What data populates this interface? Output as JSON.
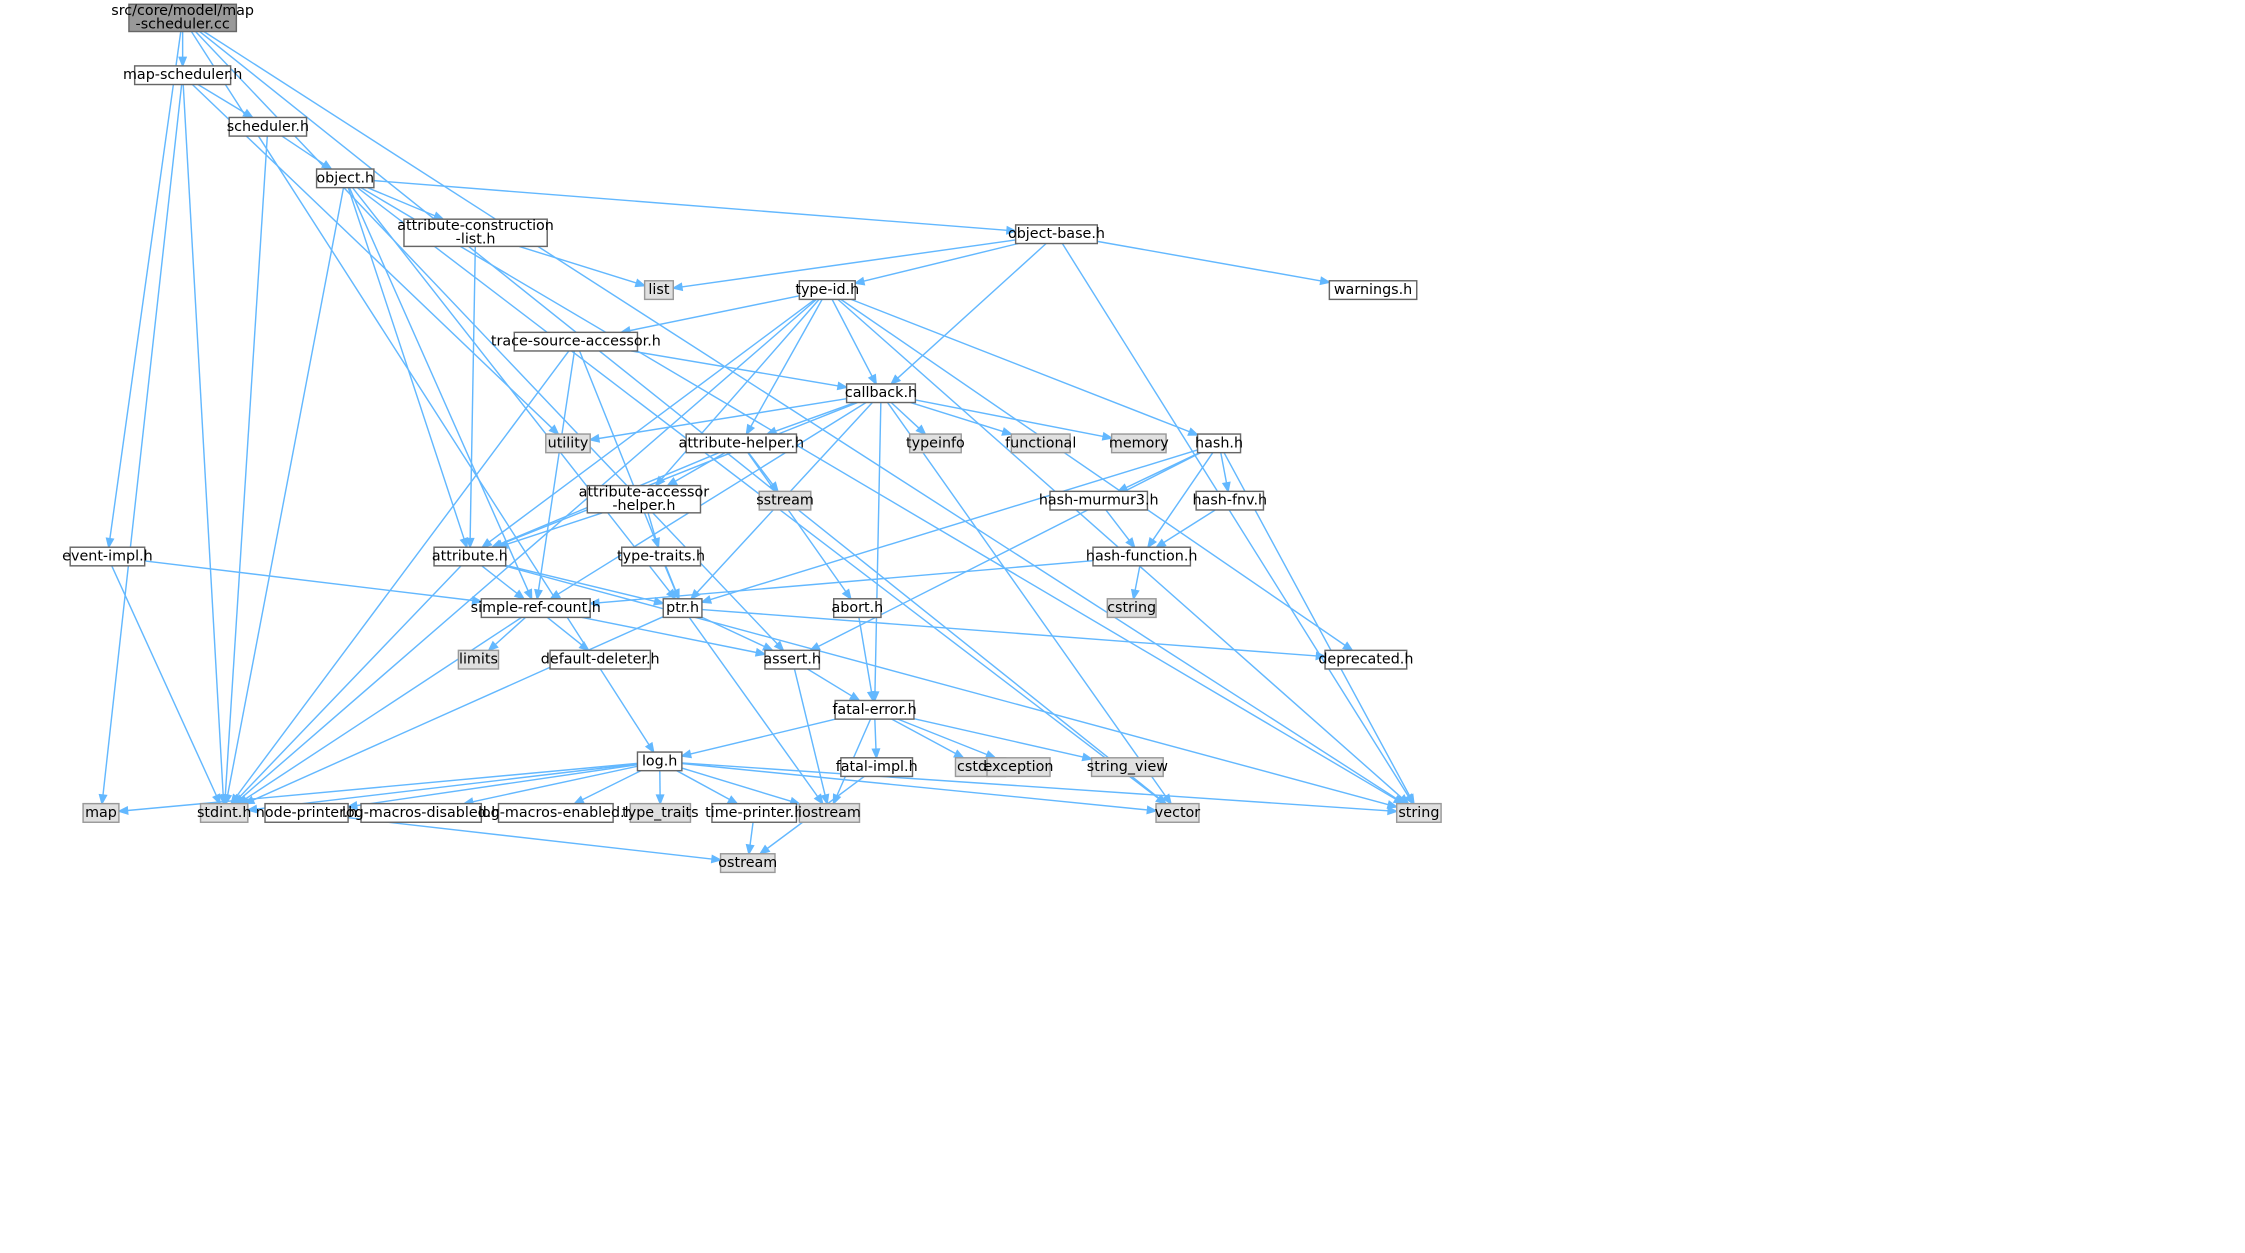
{
  "diagram": {
    "type": "include-dependency-graph",
    "root": "src/core/model/map-scheduler.cc",
    "colors": {
      "edge": "#63b8ff",
      "root_fill": "#999999",
      "std_fill": "#e0e0e0",
      "file_fill": "#ffffff",
      "border": "#666666"
    },
    "nodes": {
      "root": {
        "lines": [
          "src/core/model/map",
          "-scheduler.cc"
        ],
        "kind": "root"
      },
      "map_scheduler_h": {
        "lines": [
          "map-scheduler.h"
        ],
        "kind": "file"
      },
      "scheduler_h": {
        "lines": [
          "scheduler.h"
        ],
        "kind": "file"
      },
      "object_h": {
        "lines": [
          "object.h"
        ],
        "kind": "file"
      },
      "attr_construction_h": {
        "lines": [
          "attribute-construction",
          "-list.h"
        ],
        "kind": "file"
      },
      "object_base_h": {
        "lines": [
          "object-base.h"
        ],
        "kind": "file"
      },
      "list": {
        "lines": [
          "list"
        ],
        "kind": "std"
      },
      "warnings_h": {
        "lines": [
          "warnings.h"
        ],
        "kind": "file"
      },
      "type_id_h": {
        "lines": [
          "type-id.h"
        ],
        "kind": "file"
      },
      "trace_source_accessor_h": {
        "lines": [
          "trace-source-accessor.h"
        ],
        "kind": "file"
      },
      "callback_h": {
        "lines": [
          "callback.h"
        ],
        "kind": "file"
      },
      "utility": {
        "lines": [
          "utility"
        ],
        "kind": "std"
      },
      "attribute_helper_h": {
        "lines": [
          "attribute-helper.h"
        ],
        "kind": "file"
      },
      "typeinfo": {
        "lines": [
          "typeinfo"
        ],
        "kind": "std"
      },
      "functional": {
        "lines": [
          "functional"
        ],
        "kind": "std"
      },
      "memory": {
        "lines": [
          "memory"
        ],
        "kind": "std"
      },
      "hash_h": {
        "lines": [
          "hash.h"
        ],
        "kind": "file"
      },
      "attribute_accessor_helper_h": {
        "lines": [
          "attribute-accessor",
          "-helper.h"
        ],
        "kind": "file"
      },
      "sstream": {
        "lines": [
          "sstream"
        ],
        "kind": "std"
      },
      "hash_murmur3_h": {
        "lines": [
          "hash-murmur3.h"
        ],
        "kind": "file"
      },
      "hash_fnv_h": {
        "lines": [
          "hash-fnv.h"
        ],
        "kind": "file"
      },
      "event_impl_h": {
        "lines": [
          "event-impl.h"
        ],
        "kind": "file"
      },
      "attribute_h": {
        "lines": [
          "attribute.h"
        ],
        "kind": "file"
      },
      "type_traits_h": {
        "lines": [
          "type-traits.h"
        ],
        "kind": "file"
      },
      "hash_function_h": {
        "lines": [
          "hash-function.h"
        ],
        "kind": "file"
      },
      "simple_ref_count_h": {
        "lines": [
          "simple-ref-count.h"
        ],
        "kind": "file"
      },
      "ptr_h": {
        "lines": [
          "ptr.h"
        ],
        "kind": "file"
      },
      "abort_h": {
        "lines": [
          "abort.h"
        ],
        "kind": "file"
      },
      "cstring": {
        "lines": [
          "cstring"
        ],
        "kind": "std"
      },
      "limits": {
        "lines": [
          "limits"
        ],
        "kind": "std"
      },
      "default_deleter_h": {
        "lines": [
          "default-deleter.h"
        ],
        "kind": "file"
      },
      "assert_h": {
        "lines": [
          "assert.h"
        ],
        "kind": "file"
      },
      "deprecated_h": {
        "lines": [
          "deprecated.h"
        ],
        "kind": "file"
      },
      "fatal_error_h": {
        "lines": [
          "fatal-error.h"
        ],
        "kind": "file"
      },
      "log_h": {
        "lines": [
          "log.h"
        ],
        "kind": "file"
      },
      "fatal_impl_h": {
        "lines": [
          "fatal-impl.h"
        ],
        "kind": "file"
      },
      "cstdlib": {
        "lines": [
          "cstdlib"
        ],
        "kind": "std"
      },
      "exception": {
        "lines": [
          "exception"
        ],
        "kind": "std"
      },
      "string_view": {
        "lines": [
          "string_view"
        ],
        "kind": "std"
      },
      "map": {
        "lines": [
          "map"
        ],
        "kind": "std"
      },
      "stdint_h": {
        "lines": [
          "stdint.h"
        ],
        "kind": "std"
      },
      "node_printer_h": {
        "lines": [
          "node-printer.h"
        ],
        "kind": "file"
      },
      "log_macros_disabled_h": {
        "lines": [
          "log-macros-disabled.h"
        ],
        "kind": "file"
      },
      "log_macros_enabled_h": {
        "lines": [
          "log-macros-enabled.h"
        ],
        "kind": "file"
      },
      "type_traits": {
        "lines": [
          "type_traits"
        ],
        "kind": "std"
      },
      "time_printer_h": {
        "lines": [
          "time-printer.h"
        ],
        "kind": "file"
      },
      "iostream": {
        "lines": [
          "iostream"
        ],
        "kind": "std"
      },
      "vector": {
        "lines": [
          "vector"
        ],
        "kind": "std"
      },
      "string": {
        "lines": [
          "string"
        ],
        "kind": "std"
      },
      "ostream": {
        "lines": [
          "ostream"
        ],
        "kind": "std"
      }
    },
    "edges": [
      [
        "root",
        "map_scheduler_h"
      ],
      [
        "root",
        "event_impl_h"
      ],
      [
        "root",
        "log_h"
      ],
      [
        "root",
        "assert_h"
      ],
      [
        "root",
        "string"
      ],
      [
        "root",
        "vector"
      ],
      [
        "map_scheduler_h",
        "scheduler_h"
      ],
      [
        "map_scheduler_h",
        "utility"
      ],
      [
        "map_scheduler_h",
        "map"
      ],
      [
        "map_scheduler_h",
        "stdint_h"
      ],
      [
        "scheduler_h",
        "object_h"
      ],
      [
        "scheduler_h",
        "stdint_h"
      ],
      [
        "object_h",
        "attr_construction_h"
      ],
      [
        "object_h",
        "object_base_h"
      ],
      [
        "object_h",
        "attribute_h"
      ],
      [
        "object_h",
        "simple_ref_count_h"
      ],
      [
        "object_h",
        "ptr_h"
      ],
      [
        "object_h",
        "stdint_h"
      ],
      [
        "object_h",
        "string"
      ],
      [
        "object_h",
        "vector"
      ],
      [
        "attr_construction_h",
        "list"
      ],
      [
        "attr_construction_h",
        "attribute_h"
      ],
      [
        "object_base_h",
        "list"
      ],
      [
        "object_base_h",
        "type_id_h"
      ],
      [
        "object_base_h",
        "callback_h"
      ],
      [
        "object_base_h",
        "warnings_h"
      ],
      [
        "object_base_h",
        "string"
      ],
      [
        "type_id_h",
        "trace_source_accessor_h"
      ],
      [
        "type_id_h",
        "callback_h"
      ],
      [
        "type_id_h",
        "attribute_helper_h"
      ],
      [
        "type_id_h",
        "attribute_accessor_helper_h"
      ],
      [
        "type_id_h",
        "attribute_h"
      ],
      [
        "type_id_h",
        "hash_h"
      ],
      [
        "type_id_h",
        "deprecated_h"
      ],
      [
        "type_id_h",
        "stdint_h"
      ],
      [
        "type_id_h",
        "string"
      ],
      [
        "trace_source_accessor_h",
        "callback_h"
      ],
      [
        "trace_source_accessor_h",
        "simple_ref_count_h"
      ],
      [
        "trace_source_accessor_h",
        "ptr_h"
      ],
      [
        "trace_source_accessor_h",
        "stdint_h"
      ],
      [
        "callback_h",
        "utility"
      ],
      [
        "callback_h",
        "attribute_helper_h"
      ],
      [
        "callback_h",
        "typeinfo"
      ],
      [
        "callback_h",
        "functional"
      ],
      [
        "callback_h",
        "memory"
      ],
      [
        "callback_h",
        "vector"
      ],
      [
        "callback_h",
        "attribute_h"
      ],
      [
        "callback_h",
        "simple_ref_count_h"
      ],
      [
        "callback_h",
        "ptr_h"
      ],
      [
        "callback_h",
        "fatal_error_h"
      ],
      [
        "attribute_helper_h",
        "attribute_accessor_helper_h"
      ],
      [
        "attribute_helper_h",
        "sstream"
      ],
      [
        "attribute_helper_h",
        "attribute_h"
      ],
      [
        "attribute_helper_h",
        "abort_h"
      ],
      [
        "attribute_accessor_helper_h",
        "attribute_h"
      ],
      [
        "attribute_accessor_helper_h",
        "type_traits_h"
      ],
      [
        "type_traits_h",
        "ptr_h"
      ],
      [
        "hash_h",
        "hash_murmur3_h"
      ],
      [
        "hash_h",
        "hash_fnv_h"
      ],
      [
        "hash_h",
        "hash_function_h"
      ],
      [
        "hash_h",
        "assert_h"
      ],
      [
        "hash_h",
        "ptr_h"
      ],
      [
        "hash_h",
        "string"
      ],
      [
        "hash_murmur3_h",
        "hash_function_h"
      ],
      [
        "hash_fnv_h",
        "hash_function_h"
      ],
      [
        "hash_function_h",
        "cstring"
      ],
      [
        "hash_function_h",
        "simple_ref_count_h"
      ],
      [
        "event_impl_h",
        "simple_ref_count_h"
      ],
      [
        "event_impl_h",
        "stdint_h"
      ],
      [
        "attribute_h",
        "simple_ref_count_h"
      ],
      [
        "attribute_h",
        "ptr_h"
      ],
      [
        "attribute_h",
        "stdint_h"
      ],
      [
        "attribute_h",
        "string"
      ],
      [
        "simple_ref_count_h",
        "limits"
      ],
      [
        "simple_ref_count_h",
        "default_deleter_h"
      ],
      [
        "simple_ref_count_h",
        "assert_h"
      ],
      [
        "simple_ref_count_h",
        "stdint_h"
      ],
      [
        "ptr_h",
        "assert_h"
      ],
      [
        "ptr_h",
        "deprecated_h"
      ],
      [
        "ptr_h",
        "iostream"
      ],
      [
        "ptr_h",
        "stdint_h"
      ],
      [
        "abort_h",
        "fatal_error_h"
      ],
      [
        "assert_h",
        "fatal_error_h"
      ],
      [
        "assert_h",
        "iostream"
      ],
      [
        "fatal_error_h",
        "log_h"
      ],
      [
        "fatal_error_h",
        "fatal_impl_h"
      ],
      [
        "fatal_error_h",
        "cstdlib"
      ],
      [
        "fatal_error_h",
        "exception"
      ],
      [
        "fatal_error_h",
        "string_view"
      ],
      [
        "fatal_error_h",
        "iostream"
      ],
      [
        "fatal_impl_h",
        "ostream"
      ],
      [
        "log_h",
        "map"
      ],
      [
        "log_h",
        "stdint_h"
      ],
      [
        "log_h",
        "node_printer_h"
      ],
      [
        "log_h",
        "log_macros_disabled_h"
      ],
      [
        "log_h",
        "log_macros_enabled_h"
      ],
      [
        "log_h",
        "type_traits"
      ],
      [
        "log_h",
        "time_printer_h"
      ],
      [
        "log_h",
        "iostream"
      ],
      [
        "log_h",
        "vector"
      ],
      [
        "log_h",
        "string"
      ],
      [
        "node_printer_h",
        "ostream"
      ],
      [
        "time_printer_h",
        "ostream"
      ]
    ]
  }
}
